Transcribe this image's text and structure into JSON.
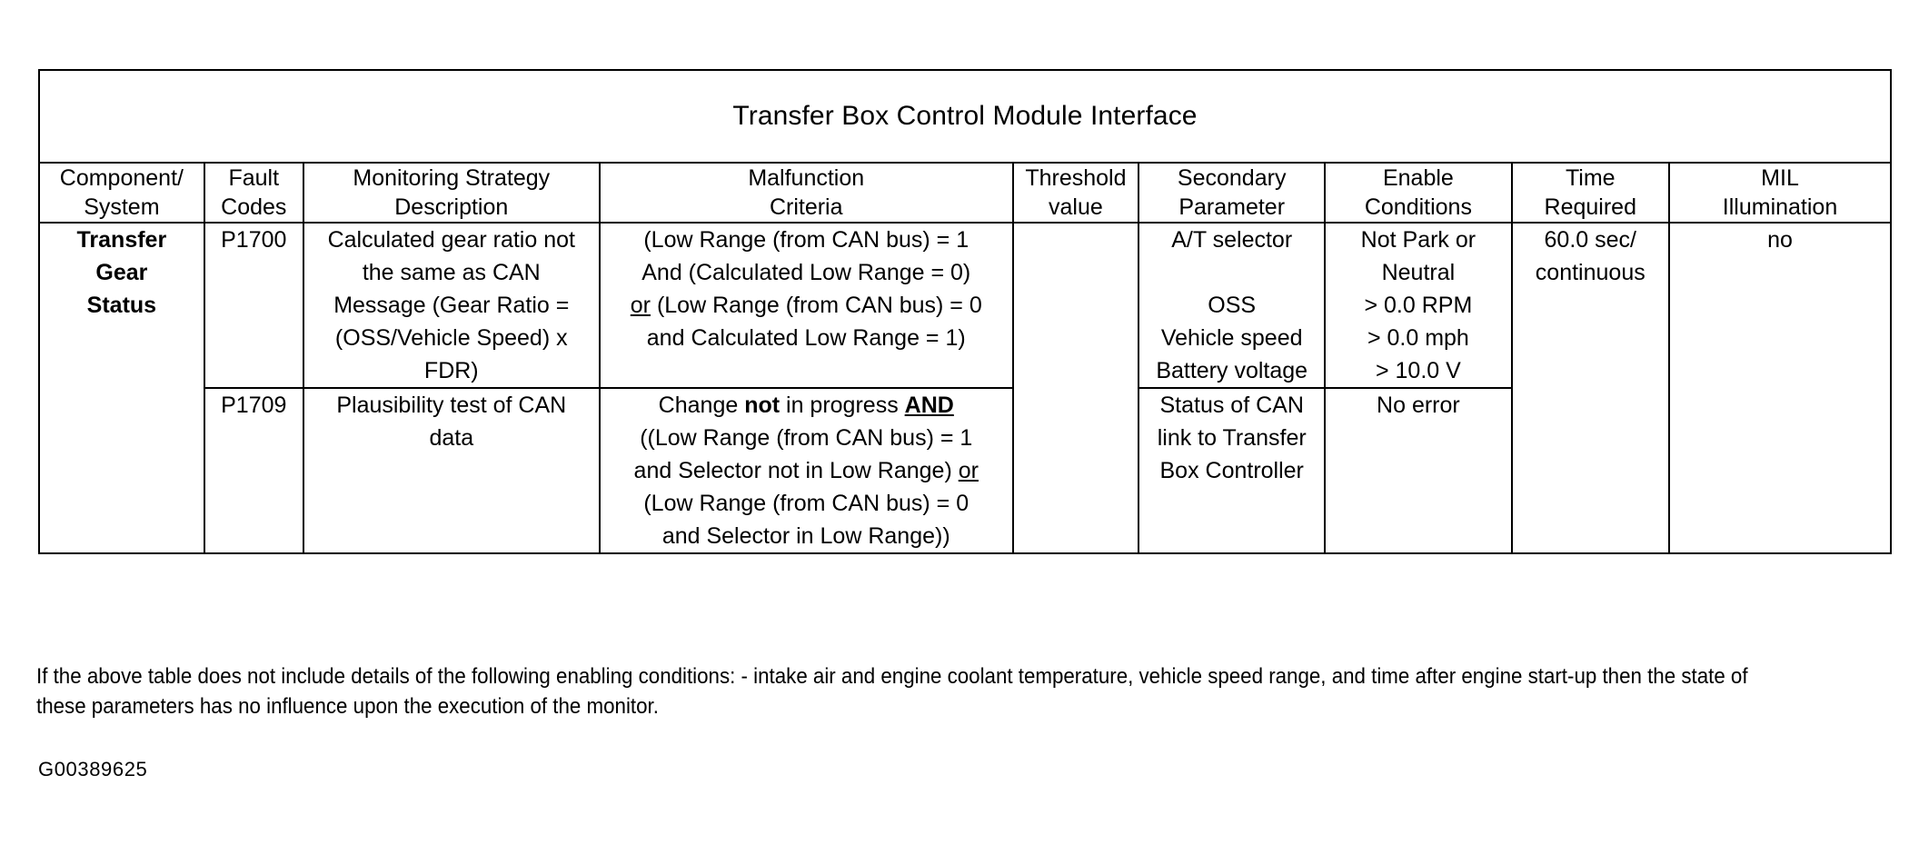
{
  "document": {
    "title": "Transfer Box Control Module Interface",
    "reference_code": "G00389625",
    "footnote": "If the above table does not include details of the following enabling conditions: - intake air and engine coolant temperature, vehicle speed range, and time after engine start-up then the state of these parameters has no influence upon the execution of the monitor."
  },
  "table": {
    "headers": [
      "Component/\nSystem",
      "Fault\nCodes",
      "Monitoring Strategy\nDescription",
      "Malfunction\nCriteria",
      "Threshold\nvalue",
      "Secondary\nParameter",
      "Enable\nConditions",
      "Time\nRequired",
      "MIL\nIllumination"
    ],
    "headers_line1": [
      "Component/",
      "Fault",
      "Monitoring Strategy",
      "Malfunction",
      "Threshold",
      "Secondary",
      "Enable",
      "Time",
      "MIL"
    ],
    "headers_line2": [
      "System",
      "Codes",
      "Description",
      "Criteria",
      "value",
      "Parameter",
      "Conditions",
      "Required",
      "Illumination"
    ],
    "rows": [
      {
        "component_system": "Transfer Gear Status",
        "component_system_lines": [
          "Transfer",
          "Gear",
          "Status"
        ],
        "fault_code": "P1700",
        "monitoring_strategy_lines": [
          "Calculated gear ratio not",
          "the same as CAN",
          "Message (Gear Ratio =",
          "(OSS/Vehicle Speed) x",
          "FDR)"
        ],
        "malfunction_criteria_lines": [
          "(Low Range (from CAN bus) = 1",
          "And (Calculated Low Range = 0)",
          "or (Low Range (from CAN bus) = 0",
          "and Calculated Low Range = 1)"
        ],
        "threshold_value": "",
        "secondary_parameter_lines": [
          "A/T selector",
          "",
          "OSS",
          "Vehicle speed",
          "Battery voltage"
        ],
        "enable_conditions_lines": [
          "Not Park or",
          "Neutral",
          "> 0.0 RPM",
          "> 0.0 mph",
          "> 10.0 V"
        ],
        "time_required_lines": [
          "60.0 sec/",
          "continuous"
        ],
        "mil_illumination": "no"
      },
      {
        "fault_code": "P1709",
        "monitoring_strategy_lines": [
          "Plausibility test of CAN",
          "data"
        ],
        "malfunction_criteria_lines": [
          "Change not in progress AND",
          "((Low Range (from CAN bus) = 1",
          "and Selector not in Low Range) or",
          "(Low Range (from CAN bus) = 0",
          "and Selector in Low Range))"
        ],
        "threshold_value": "",
        "secondary_parameter_lines": [
          "Status of CAN",
          "link to Transfer",
          "Box Controller"
        ],
        "enable_conditions_lines": [
          "No error"
        ],
        "time_required_lines": [],
        "mil_illumination": ""
      }
    ]
  },
  "styling": {
    "border_color": "#000000",
    "text_color": "#000000",
    "background": "#ffffff"
  }
}
